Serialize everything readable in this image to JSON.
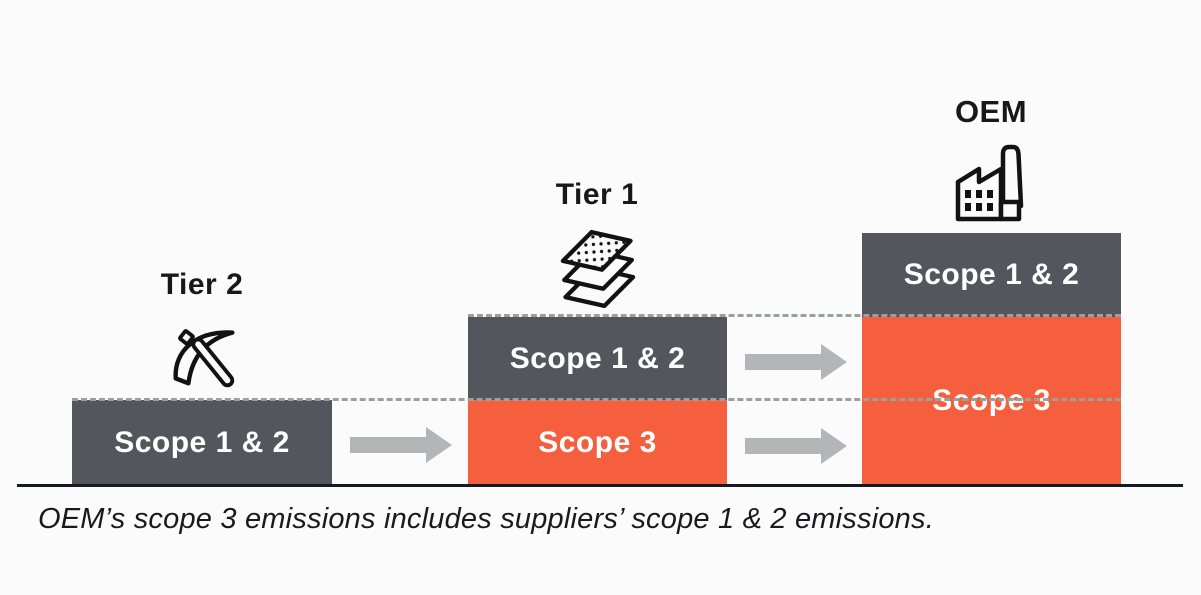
{
  "diagram": {
    "caption": "OEM’s scope 3 emissions includes suppliers’ scope 1 & 2 emissions.",
    "columns": [
      {
        "title": "Tier 2",
        "icon": "pickaxe-icon",
        "segments": [
          {
            "label": "Scope 1 & 2",
            "kind": "scope-1-2"
          }
        ]
      },
      {
        "title": "Tier 1",
        "icon": "layers-icon",
        "segments": [
          {
            "label": "Scope 1 & 2",
            "kind": "scope-1-2"
          },
          {
            "label": "Scope 3",
            "kind": "scope-3"
          }
        ]
      },
      {
        "title": "OEM",
        "icon": "factory-icon",
        "segments": [
          {
            "label": "Scope 1 & 2",
            "kind": "scope-1-2"
          },
          {
            "label": "Scope 3",
            "kind": "scope-3"
          }
        ]
      }
    ],
    "colors": {
      "background": "#fbfbfb",
      "scope_1_2_fill": "#53565c",
      "scope_3_fill": "#f55f3d",
      "box_text": "#ffffff",
      "arrow": "#b3b6b6",
      "dashed_line": "#9aa0a0",
      "baseline": "#161b22",
      "heading_text": "#18181a"
    }
  }
}
